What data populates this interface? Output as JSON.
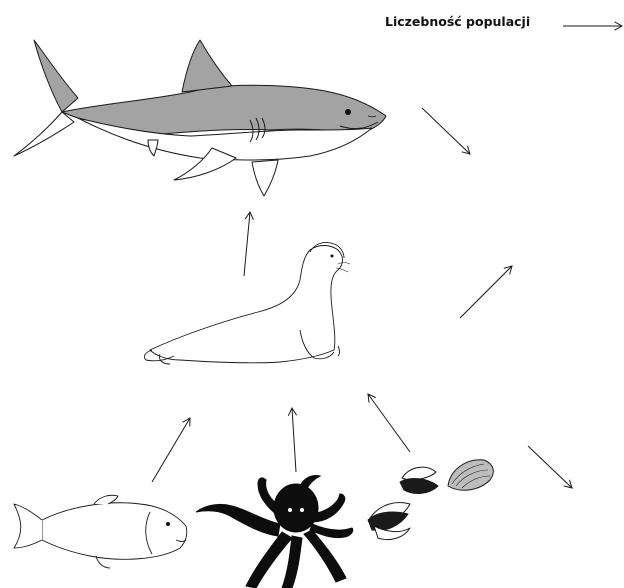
{
  "legend": {
    "label": "Liczebność populacji"
  },
  "organisms": [
    {
      "id": "shark",
      "name": "shark",
      "population_trend": "decrease"
    },
    {
      "id": "seal",
      "name": "seal",
      "population_trend": "increase"
    },
    {
      "id": "fish",
      "name": "fish",
      "population_trend": "none"
    },
    {
      "id": "octopus",
      "name": "octopus",
      "population_trend": "none"
    },
    {
      "id": "mussels",
      "name": "mussels",
      "population_trend": "decrease"
    }
  ],
  "colors": {
    "shark_body": "#a3a3a3",
    "outline": "#1a1a1a",
    "octopus": "#0d0d0d",
    "background": "#ffffff"
  }
}
